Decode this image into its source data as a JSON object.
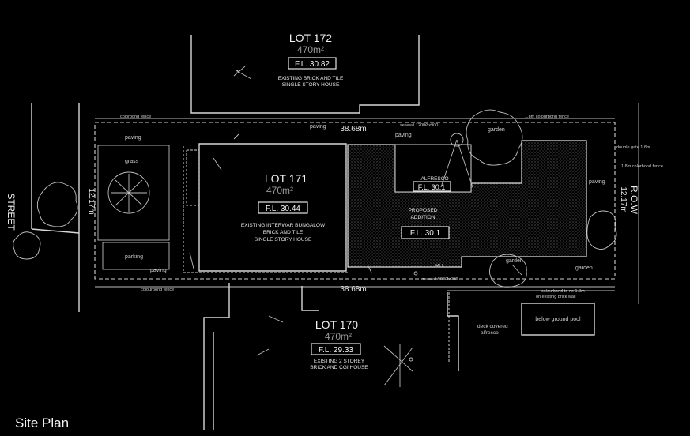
{
  "caption": "Site Plan",
  "street_label": "STREET",
  "row_label": "R.O.W",
  "dimensions": {
    "length_top": "38.68m",
    "length_bottom": "38.68m",
    "width_left": "12.17m",
    "width_right": "12.17m"
  },
  "lots": {
    "lot172": {
      "title": "LOT 172",
      "area": "470m²",
      "fl": "F.L. 30.82",
      "desc1": "EXISTING BRICK AND TILE",
      "desc2": "SINGLE STORY HOUSE"
    },
    "lot171": {
      "title": "LOT 171",
      "area": "470m²",
      "fl": "F.L. 30.44",
      "desc1": "EXISTING INTERWAR BUNGALOW",
      "desc2": "BRICK AND TILE",
      "desc3": "SINGLE STORY HOUSE"
    },
    "lot170": {
      "title": "LOT 170",
      "area": "470m²",
      "fl": "F.L. 29.33",
      "desc1": "EXISTING 2 STOREY",
      "desc2": "BRICK AND CGI HOUSE"
    }
  },
  "addition": {
    "label1": "PROPOSED",
    "label2": "ADDITION",
    "fl": "F.L. 30.1"
  },
  "alfresco": {
    "label": "ALFRESCO",
    "fl": "F.L. 30.1"
  },
  "labels": {
    "grass": "grass",
    "parking": "parking",
    "paving_front": "paving",
    "paving_top": "paving",
    "paving_top2": "paving",
    "paving_bottom": "paving",
    "paving_bottom2": "paving",
    "paving_right": "paving",
    "garden_top": "garden",
    "garden_bottom": "garden",
    "garden_right": "garden",
    "colorbond_top": "colorbond fence",
    "colorbond_bottom": "colourbond fence",
    "colourbond_top_right": "1.8m colourbond fence",
    "double_gate": "double gate 1.8m",
    "colorbond_right": "1.8m colorbond fence",
    "seawall_top": "seawall 1200Øx900",
    "seawall_bottom": "seawall 900Øx900",
    "retaining": "colourbond to ne 1.8m",
    "retaining2": "on existing brick wall",
    "deck1": "deck covered",
    "deck2": "alfresco",
    "pool": "below ground pool",
    "fall": "FALL"
  }
}
